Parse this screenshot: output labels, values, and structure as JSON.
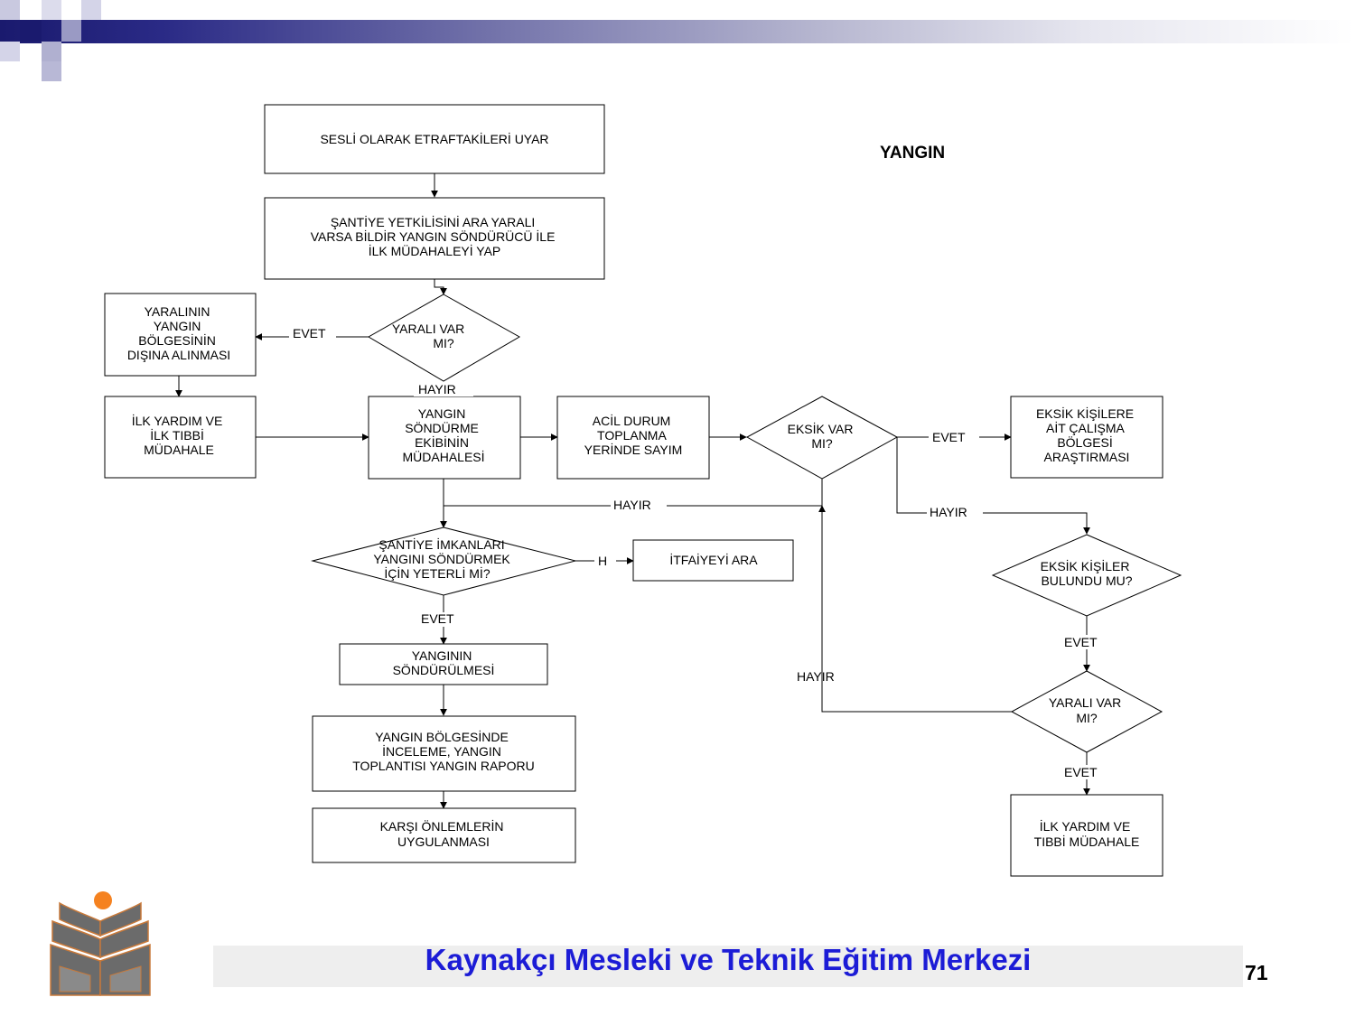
{
  "title": "YANGIN",
  "nodes": [
    {
      "id": "n1",
      "lines": [
        "SESLİ OLARAK ETRAFTAKİLERİ UYAR"
      ]
    },
    {
      "id": "n2",
      "lines": [
        "ŞANTİYE YETKİLİSİNİ ARA YARALI",
        "VARSA BİLDİR YANGIN SÖNDÜRÜCÜ İLE",
        "İLK MÜDAHALEYİ YAP"
      ]
    },
    {
      "id": "d1",
      "lines": [
        "YARALI VAR",
        "MI?"
      ]
    },
    {
      "id": "n3",
      "lines": [
        "YARALININ",
        "YANGIN",
        "BÖLGESİNİN",
        "DIŞINA ALINMASI"
      ]
    },
    {
      "id": "n4",
      "lines": [
        "İLK YARDIM VE",
        "İLK TIBBİ",
        "MÜDAHALE"
      ]
    },
    {
      "id": "n5",
      "lines": [
        "YANGIN",
        "SÖNDÜRME",
        "EKİBİNİN",
        "MÜDAHALESİ"
      ]
    },
    {
      "id": "n6",
      "lines": [
        "ACİL DURUM",
        "TOPLANMA",
        "YERİNDE SAYIM"
      ]
    },
    {
      "id": "d2",
      "lines": [
        "EKSİK VAR",
        "MI?"
      ]
    },
    {
      "id": "n7",
      "lines": [
        "EKSİK KİŞİLERE",
        "AİT ÇALIŞMA",
        "BÖLGESİ",
        "ARAŞTIRMASI"
      ]
    },
    {
      "id": "d3",
      "lines": [
        "ŞANTİYE İMKANLARI",
        "YANGINI SÖNDÜRMEK",
        "İÇİN YETERLİ Mİ?"
      ]
    },
    {
      "id": "n8",
      "lines": [
        "İTFAİYEYİ ARA"
      ]
    },
    {
      "id": "d4",
      "lines": [
        "EKSİK KİŞİLER",
        "BULUNDU MU?"
      ]
    },
    {
      "id": "n9",
      "lines": [
        "YANGININ",
        "SÖNDÜRÜLMESİ"
      ]
    },
    {
      "id": "d5",
      "lines": [
        "YARALI  VAR",
        "MI?"
      ]
    },
    {
      "id": "n10",
      "lines": [
        "YANGIN BÖLGESİNDE",
        "İNCELEME, YANGIN",
        "TOPLANTISI YANGIN RAPORU"
      ]
    },
    {
      "id": "n11",
      "lines": [
        "KARŞI ÖNLEMLERİN",
        "UYGULANMASI"
      ]
    },
    {
      "id": "n12",
      "lines": [
        "İLK YARDIM VE",
        "TIBBİ MÜDAHALE"
      ]
    }
  ],
  "edge_labels": {
    "d1_evet": "EVET",
    "d1_hayir": "HAYIR",
    "d2_evet": "EVET",
    "d2_hayir": "HAYIR",
    "n5_hayir": "HAYIR",
    "d3_h": "H",
    "d3_evet": "EVET",
    "d4_evet": "EVET",
    "d5_hayir": "HAYIR",
    "d5_evet": "EVET"
  },
  "footer": {
    "institution": "Kaynakçı Mesleki ve Teknik Eğitim Merkezi",
    "page_number": "71"
  },
  "colors": {
    "footer_text": "#1c1cd6",
    "header_dark": "#1a1a6e",
    "logo_gray": "#6b6b6b",
    "logo_orange": "#f58220"
  }
}
